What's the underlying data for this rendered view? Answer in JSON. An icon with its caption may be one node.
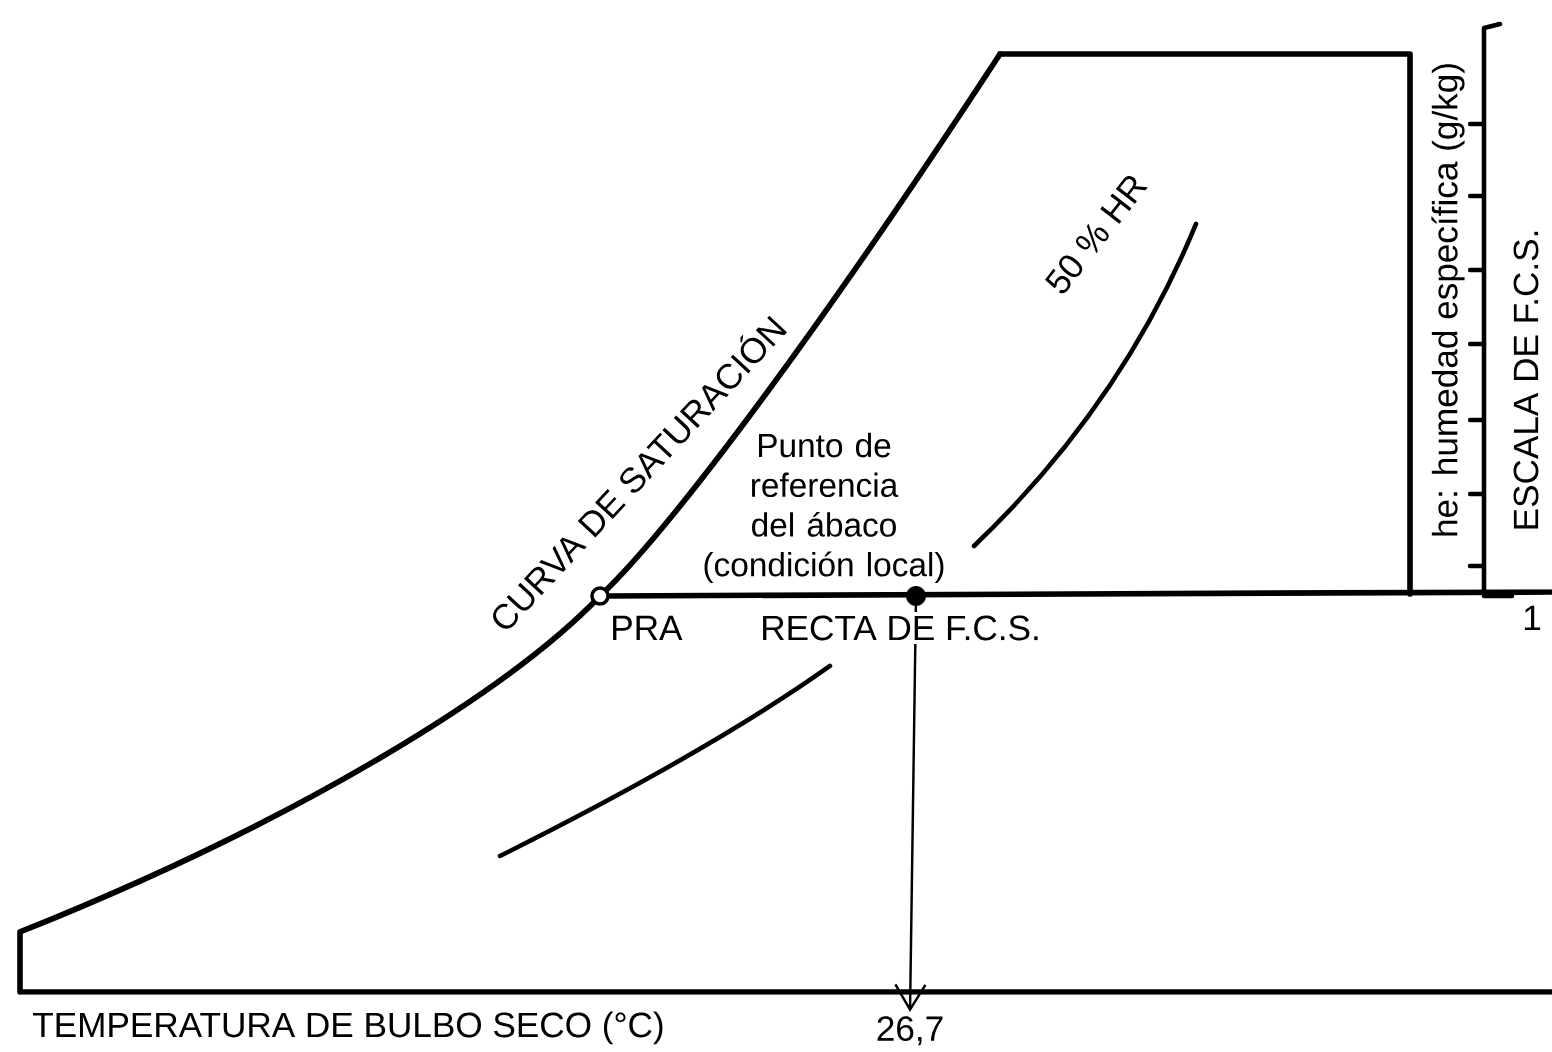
{
  "diagram": {
    "nodes": [
      {
        "text": [],
        "shape": "circle",
        "beside": [
          "Punto de referencia del ábaco (condición local)"
        ]
      },
      {
        "text": [
          "26,7"
        ]
      }
    ],
    "edges": [
      {
        "from": 0,
        "to": 1,
        "arrow": "to"
      }
    ],
    "labels": [
      "CURVA DE SATURACIÓN",
      "50 % HR",
      "PRA",
      "RECTA DE F.C.S.",
      "TEMPERATURA DE BULBO SECO (°C)",
      "he: humedad específica (g/kg)",
      "ESCALA DE F.C.S.",
      "1"
    ]
  }
}
